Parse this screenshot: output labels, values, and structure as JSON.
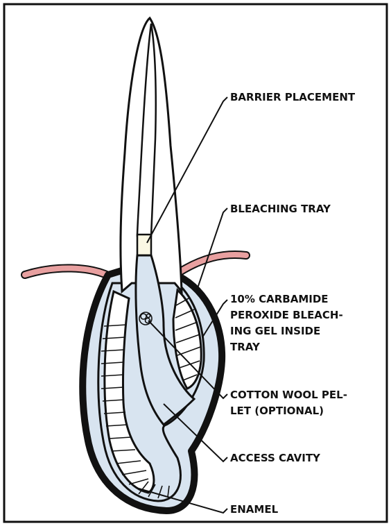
{
  "diagram": {
    "labels": {
      "barrier": "BARRIER PLACEMENT",
      "tray": "BLEACHING TRAY",
      "gel": [
        "10% CARBAMIDE",
        "PEROXIDE BLEACH-",
        "ING GEL INSIDE",
        "TRAY"
      ],
      "pellet": [
        "COTTON WOOL PEL-",
        "LET (OPTIONAL)"
      ],
      "access": "ACCESS CAVITY",
      "enamel": "ENAMEL"
    },
    "colors": {
      "frame": "#111111",
      "gingiva": "#e8a0a0",
      "tray_fill": "#d8e4f0",
      "tooth_fill": "#ffffff",
      "barrier_fill": "#fbf8e4",
      "ink": "#111111"
    }
  }
}
